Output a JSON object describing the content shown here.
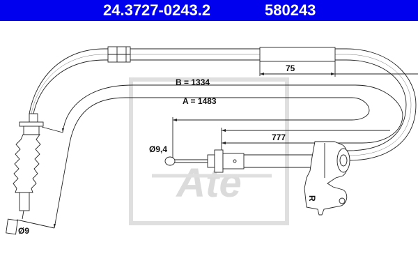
{
  "header": {
    "part_number": "24.3727-0243.2",
    "code": "580243",
    "background": "#0000ee",
    "text_color": "#ffffff"
  },
  "drawing": {
    "dimension_b": "B = 1334",
    "dimension_a": "A = 1483",
    "sleeve_length": "75",
    "dimension_777": "777",
    "diameter_nipple": "Ø9,4",
    "diameter_end": "Ø9",
    "side_mark": "R"
  },
  "watermark": {
    "logo_text": "Ate",
    "color": "#d8d8d8"
  }
}
